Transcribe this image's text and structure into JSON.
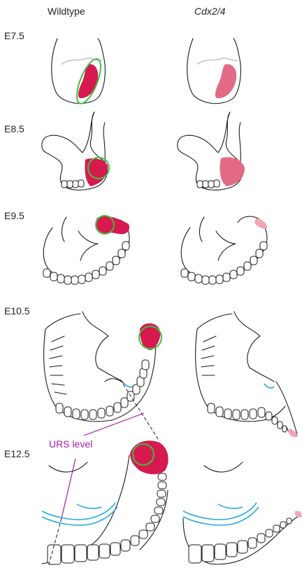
{
  "columns": {
    "wildtype": "Wildtype",
    "mutant": "Cdx2/4"
  },
  "stages": [
    "E7.5",
    "E8.5",
    "E9.5",
    "E10.5",
    "E12.5"
  ],
  "annotation": "URS level",
  "colors": {
    "expression": "#d6194f",
    "reduced_expression": "#e36a85",
    "faint_expression": "#f0a5b5",
    "circle": "#3fbf3f",
    "gut": "#29a8e0",
    "urs_line": "#a020a0"
  }
}
